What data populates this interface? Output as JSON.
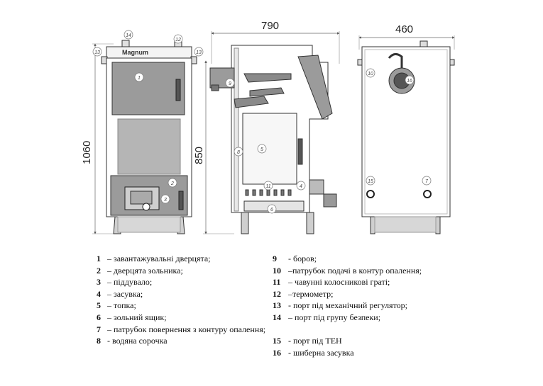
{
  "dimensions": {
    "front_height": "1060",
    "side_width": "790",
    "side_height": "850",
    "back_width": "460"
  },
  "brand_label": "Magnum",
  "callouts": {
    "c1": "1",
    "c2": "2",
    "c3": "3",
    "c5": "5",
    "c6": "6",
    "c7": "7",
    "c8": "8",
    "c9": "9",
    "c10": "10",
    "c11": "11",
    "c12": "12",
    "c13a": "13",
    "c13b": "13",
    "c14": "14",
    "c15": "15",
    "c16": "16"
  },
  "legend_left": [
    {
      "num": "1",
      "text": "– завантажувальні дверцята;"
    },
    {
      "num": "2",
      "text": "– дверцята зольника;"
    },
    {
      "num": "3",
      "text": "– піддувало;"
    },
    {
      "num": "4",
      "text": "– засувка;"
    },
    {
      "num": "5",
      "text": "– топка;"
    },
    {
      "num": "6",
      "text": "– зольний ящик;"
    },
    {
      "num": "7",
      "text": "– патрубок повернення з контуру опалення;"
    },
    {
      "num": "8",
      "text": "- водяна сорочка"
    }
  ],
  "legend_right": [
    {
      "num": "9",
      "text": "- боров;"
    },
    {
      "num": "10",
      "text": "–патрубок подачі в контур опалення;"
    },
    {
      "num": "11",
      "text": "– чавунні колосникові гратi;"
    },
    {
      "num": "12",
      "text": "–термометр;"
    },
    {
      "num": "13",
      "text": "- порт під механічний регулятор;"
    },
    {
      "num": "14",
      "text": "– порт під групу безпеки;"
    },
    {
      "num": "15",
      "text": "- порт під ТЕН"
    },
    {
      "num": "16",
      "text": "- шиберна засувка"
    }
  ]
}
